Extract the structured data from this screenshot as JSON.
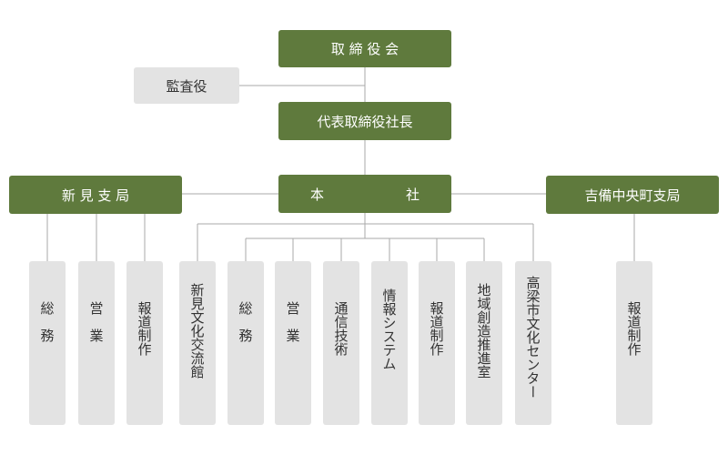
{
  "colors": {
    "green": "#5f7a3d",
    "grey_box": "#e3e3e3",
    "connector": "#aaaaaa",
    "grey_text": "#333333"
  },
  "org": {
    "board": "取 締 役 会",
    "auditor": "監査役",
    "president": "代表取締役社長",
    "headquarters": "本　　　　　　社",
    "niimi_branch": "新 見 支 局",
    "kibi_branch": "吉備中央町支局",
    "niimi_depts": [
      "総　務",
      "営　業",
      "報道制作"
    ],
    "hq_depts": [
      "新見文化交流館",
      "総　務",
      "営　業",
      "通信技術",
      "情報システム",
      "報道制作",
      "地域創造推進室",
      "高梁市文化センター"
    ],
    "kibi_depts": [
      "報道制作"
    ]
  }
}
